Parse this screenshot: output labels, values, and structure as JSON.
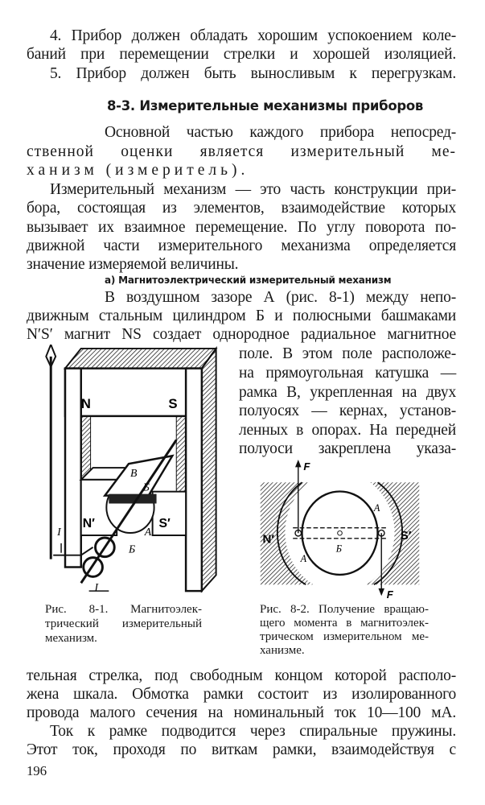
{
  "top_list": [
    "4. Прибор должен обладать хорошим успокоением коле-",
    "баний при перемещении стрелки и хорошей изоляцией.",
    "5. Прибор должен быть выносливым к перегрузкам."
  ],
  "section_heading": "8-3. Измерительные механизмы приборов",
  "para1": [
    "Основной частью каждого прибора непосред-",
    "ственной оценки является измерительный ме-",
    "ханизм (измеритель)."
  ],
  "para2": [
    "Измерительный механизм — это часть конструкции при-",
    "бора, состоящая из элементов, взаимодействие которых",
    "вызывает их взаимное перемещение. По углу поворота по-",
    "движной части измерительного механизма определяется",
    "значение измеряемой величины."
  ],
  "subheading": "а) Магнитоэлектрический измерительный механизм",
  "para3": [
    "В воздушном зазоре А (рис. 8-1) между непо-",
    "движным стальным цилиндром Б и полюсными башмаками",
    "N′S′ магнит NS создает однородное радиальное магнитное",
    "поле. В этом поле расположе-",
    "на прямоугольная катушка —",
    "рамка В, укрепленная на двух",
    "полуосях — кернах, установ-",
    "ленных в опорах. На передней",
    "полуоси закреплена указа-"
  ],
  "figure1": {
    "labels": {
      "n": "N",
      "s": "S",
      "n_prime": "N′",
      "s_prime": "S′",
      "b": "В",
      "cyl": "Б",
      "cyl2": "Б",
      "a": "А",
      "i1": "I",
      "i2": "I"
    },
    "caption": [
      "Рис. 8-1. Магнитоэлек-",
      "трический измерительный",
      "механизм."
    ]
  },
  "figure2": {
    "labels": {
      "f_top": "F",
      "f_bottom": "F",
      "n_prime": "N′",
      "s_prime": "S′",
      "a1": "А",
      "a2": "А",
      "cyl": "Б"
    },
    "caption": [
      "Рис. 8-2. Получение вращаю-",
      "щего момента в магнитоэлек-",
      "трическом измерительном ме-",
      "ханизме."
    ]
  },
  "para4": [
    "тельная стрелка, под свободным концом которой располо-",
    "жена шкала. Обмотка рамки состоит из изолированного",
    "провода малого сечения на номинальный ток 10—100 мА.",
    "Ток к рамке подводится через спиральные пружины.",
    "Этот ток, проходя по виткам рамки, взаимодействуя с"
  ],
  "page_number": "196"
}
